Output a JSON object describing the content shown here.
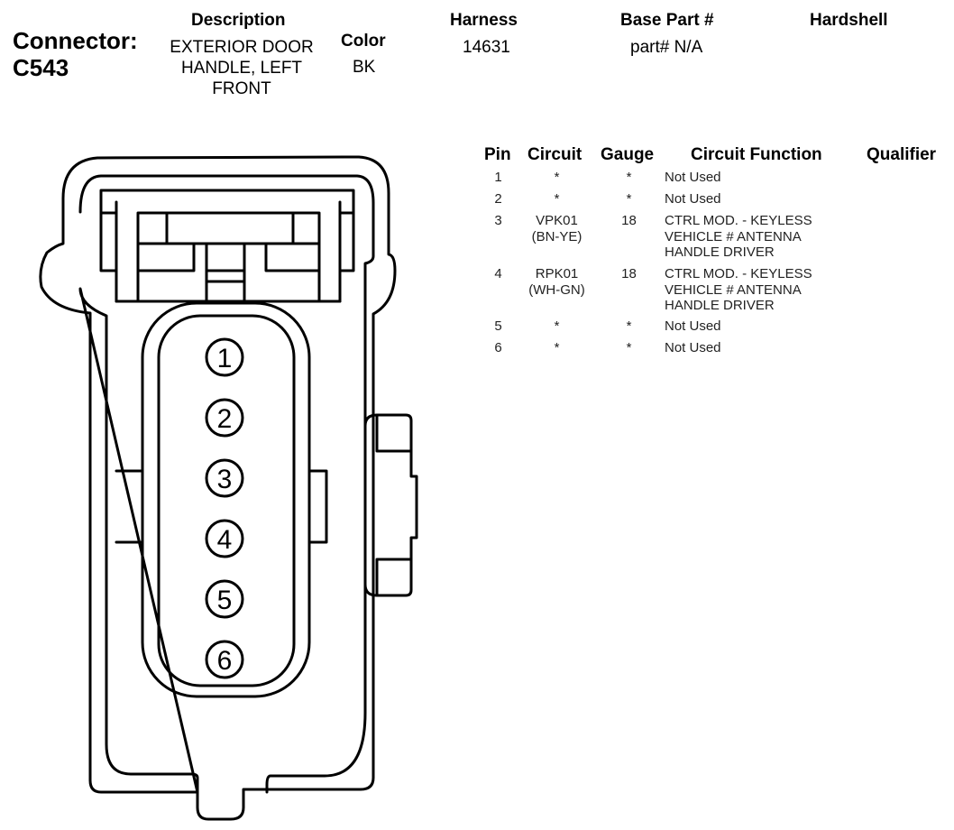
{
  "header": {
    "connector_label": "Connector:",
    "connector_id": "C543",
    "description_label": "Description",
    "description_lines": [
      "EXTERIOR DOOR",
      "HANDLE, LEFT",
      "FRONT"
    ],
    "color_label": "Color",
    "color_value": "BK",
    "harness_label": "Harness",
    "harness_value": "14631",
    "base_part_label": "Base Part #",
    "base_part_value": "part# N/A",
    "hardshell_label": "Hardshell"
  },
  "table": {
    "columns": [
      "Pin",
      "Circuit",
      "Gauge",
      "Circuit Function",
      "Qualifier"
    ],
    "rows": [
      {
        "pin": "1",
        "circuit": [
          "*"
        ],
        "gauge": "*",
        "function": [
          "Not Used"
        ]
      },
      {
        "pin": "2",
        "circuit": [
          "*"
        ],
        "gauge": "*",
        "function": [
          "Not Used"
        ]
      },
      {
        "pin": "3",
        "circuit": [
          "VPK01",
          "(BN-YE)"
        ],
        "gauge": "18",
        "function": [
          "CTRL MOD. - KEYLESS",
          "VEHICLE # ANTENNA",
          "HANDLE DRIVER"
        ]
      },
      {
        "pin": "4",
        "circuit": [
          "RPK01",
          "(WH-GN)"
        ],
        "gauge": "18",
        "function": [
          "CTRL MOD. - KEYLESS",
          "VEHICLE # ANTENNA",
          "HANDLE DRIVER"
        ]
      },
      {
        "pin": "5",
        "circuit": [
          "*"
        ],
        "gauge": "*",
        "function": [
          "Not Used"
        ]
      },
      {
        "pin": "6",
        "circuit": [
          "*"
        ],
        "gauge": "*",
        "function": [
          "Not Used"
        ]
      }
    ]
  },
  "diagram": {
    "pins": [
      "1",
      "2",
      "3",
      "4",
      "5",
      "6"
    ]
  }
}
